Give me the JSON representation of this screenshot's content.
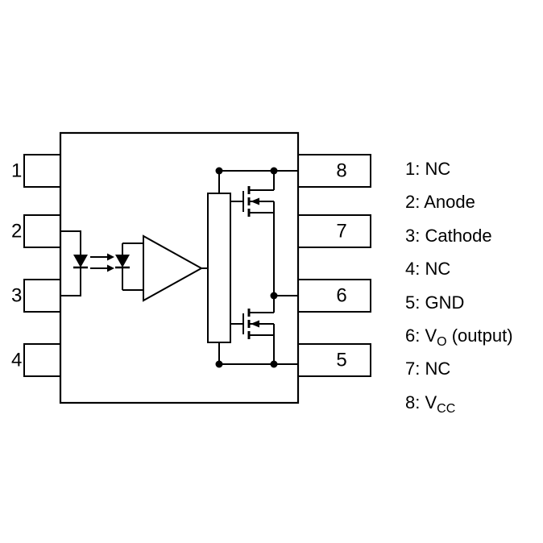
{
  "colors": {
    "line": "#000000",
    "background": "#ffffff"
  },
  "pins": {
    "left": [
      {
        "num": "1"
      },
      {
        "num": "2"
      },
      {
        "num": "3"
      },
      {
        "num": "4"
      }
    ],
    "right": [
      {
        "num": "8"
      },
      {
        "num": "7"
      },
      {
        "num": "6"
      },
      {
        "num": "5"
      }
    ]
  },
  "legend": {
    "items": [
      {
        "t1": "1: NC",
        "sub": "",
        "t2": ""
      },
      {
        "t1": "2: Anode",
        "sub": "",
        "t2": ""
      },
      {
        "t1": "3: Cathode",
        "sub": "",
        "t2": ""
      },
      {
        "t1": "4: NC",
        "sub": "",
        "t2": ""
      },
      {
        "t1": "5: GND",
        "sub": "",
        "t2": ""
      },
      {
        "t1": "6: V",
        "sub": "O",
        "t2": " (output)"
      },
      {
        "t1": "7: NC",
        "sub": "",
        "t2": ""
      },
      {
        "t1": "8: V",
        "sub": "CC",
        "t2": ""
      }
    ]
  },
  "symbols": {
    "emitter": "led-diode-icon",
    "light": "light-arrows-icon",
    "detector": "photodiode-icon",
    "receiver": "amplifier-triangle-icon",
    "control": "driver-block",
    "output_stage": "mosfet-icons"
  }
}
